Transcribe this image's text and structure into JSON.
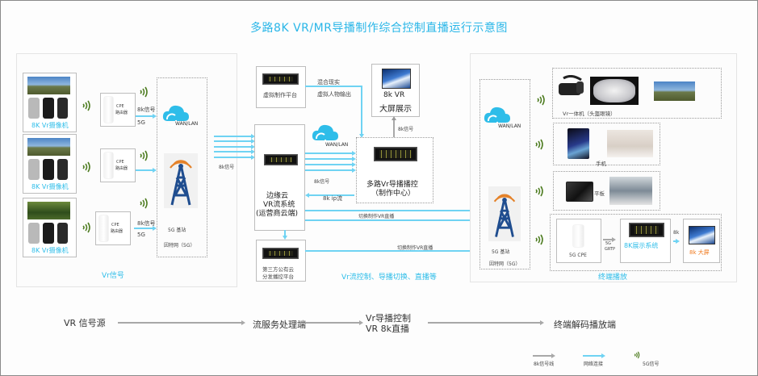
{
  "title": "多路8K VR/MR导播制作综合控制直播运行示意图",
  "source_panel": {
    "caption": "Vr信号",
    "cameras": [
      {
        "label": "8K Vr摄像机"
      },
      {
        "label": "8K Vr摄像机"
      },
      {
        "label": "8K Vr摄像机"
      }
    ],
    "cpe_routers": [
      {
        "label_line1": "CPE",
        "label_line2": "路由器",
        "signal": "8k信号",
        "band": "5G"
      },
      {
        "label_line1": "CPE",
        "label_line2": "路由器",
        "signal": "",
        "band": ""
      },
      {
        "label_line1": "CPE",
        "label_line2": "路由器",
        "signal": "8k信号",
        "band": "5G"
      }
    ],
    "network_box": {
      "cloud_label": "WAN/LAN",
      "station_label": "5G 基站",
      "network_label": "因特网（5G）"
    }
  },
  "middle": {
    "to_edge_signal": "8k信号",
    "virtual_platform": "虚拟制作平台",
    "mixed_reality": "混合现实",
    "virtual_output": "虚拟人物输出",
    "big_screen": {
      "line1": "8k VR",
      "line2": "大屏展示"
    },
    "big_screen_signal": "8k信号",
    "cloud_label": "WAN/LAN",
    "edge_cloud": {
      "line1": "边缘云",
      "line2": "VR流系统",
      "line3": "(运营商云端)"
    },
    "edge_to_director_signal": "8k信号",
    "director": {
      "line1": "多路Vr导播播控",
      "line2": "（制作中心）"
    },
    "ip_stream": "8k  ip流",
    "switch_live_1": "切换制作VR直播",
    "switch_live_2": "切换制作VR直播",
    "third_party": {
      "line1": "第三方公有云",
      "line2": "分发播控平台"
    },
    "caption": "Vr流控制、导播切换、直播等"
  },
  "terminal_panel": {
    "caption": "终端播放",
    "network_box": {
      "cloud_label": "WAN/LAN",
      "station_label": "5G 基站",
      "network_label": "因特网（5G）"
    },
    "devices": [
      {
        "label": "Vr一体机（头盔眼镜）"
      },
      {
        "label": "手机"
      },
      {
        "label": "平板"
      }
    ],
    "cpe": "5G CPE",
    "link_label_line1": "5G",
    "link_label_line2": "GRTP",
    "display_system": "8K展示系统",
    "display_link": "8k",
    "big_screen": "8k 大屏"
  },
  "flow": {
    "steps": [
      "VR 信号源",
      "流服务处理端",
      "Vr导播控制",
      "VR 8k直播",
      "终端解码播放端"
    ]
  },
  "legend": {
    "items": [
      {
        "label": "8k信号线",
        "color": "#a8a8a8"
      },
      {
        "label": "网络连接",
        "color": "#6fd3f3"
      },
      {
        "label": "5G信号",
        "color": "#4f7d22"
      }
    ]
  },
  "colors": {
    "accent": "#2ebde9",
    "network_line": "#6fd3f3",
    "signal_line": "#a8a8a8",
    "wifi": "#4f7d22",
    "tower": "#1f4d8f",
    "tower_waves": "#e4822a",
    "highlight": "#f07a1e"
  }
}
